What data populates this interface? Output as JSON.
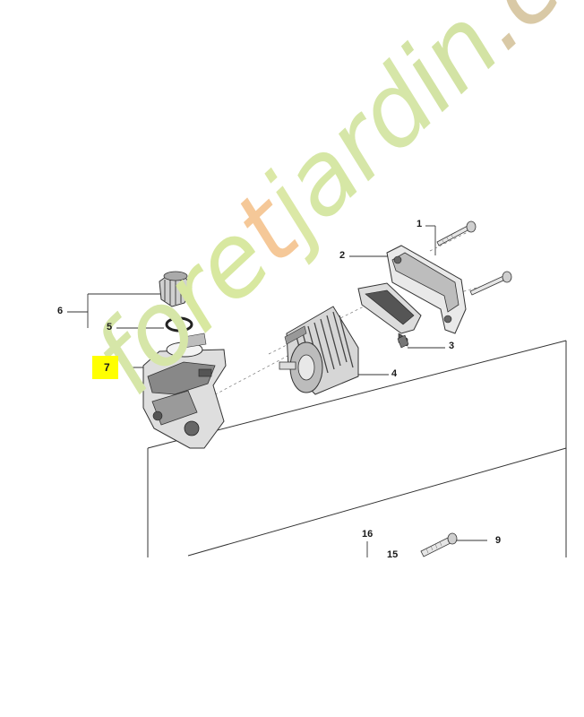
{
  "callouts": {
    "c1": "1",
    "c2": "2",
    "c3": "3",
    "c4": "4",
    "c5": "5",
    "c6": "6",
    "c7": "7",
    "c9": "9",
    "c15": "15",
    "c16": "16"
  },
  "watermark": {
    "text": "foretjardin.com",
    "colors": {
      "green": "#d4e5a3",
      "orange": "#f6c79a",
      "tan": "#d9c9a6"
    }
  },
  "highlight_color": "#ffff00"
}
